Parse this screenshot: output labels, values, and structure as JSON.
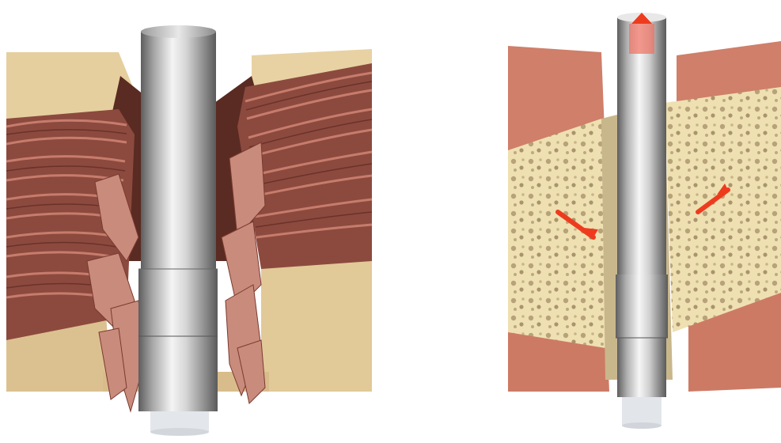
{
  "figure": {
    "panels": [
      {
        "id": "left",
        "subject": "pin-with-fibrous-tissue"
      },
      {
        "id": "right",
        "subject": "pin-with-porous-tissue"
      }
    ],
    "colors": {
      "background": "#ffffff",
      "cortical_tan": "#e7cf9f",
      "muscle_red": "#a35b4c",
      "bone_pink": "#cf7f6a",
      "porous_cream": "#efe0b0",
      "steel_light": "#f2f2f2",
      "steel_dark": "#6f6f6f",
      "arrow_red": "#ee3b1e"
    },
    "icons": [
      "metal-pin-icon",
      "direction-arrow-icon"
    ]
  }
}
